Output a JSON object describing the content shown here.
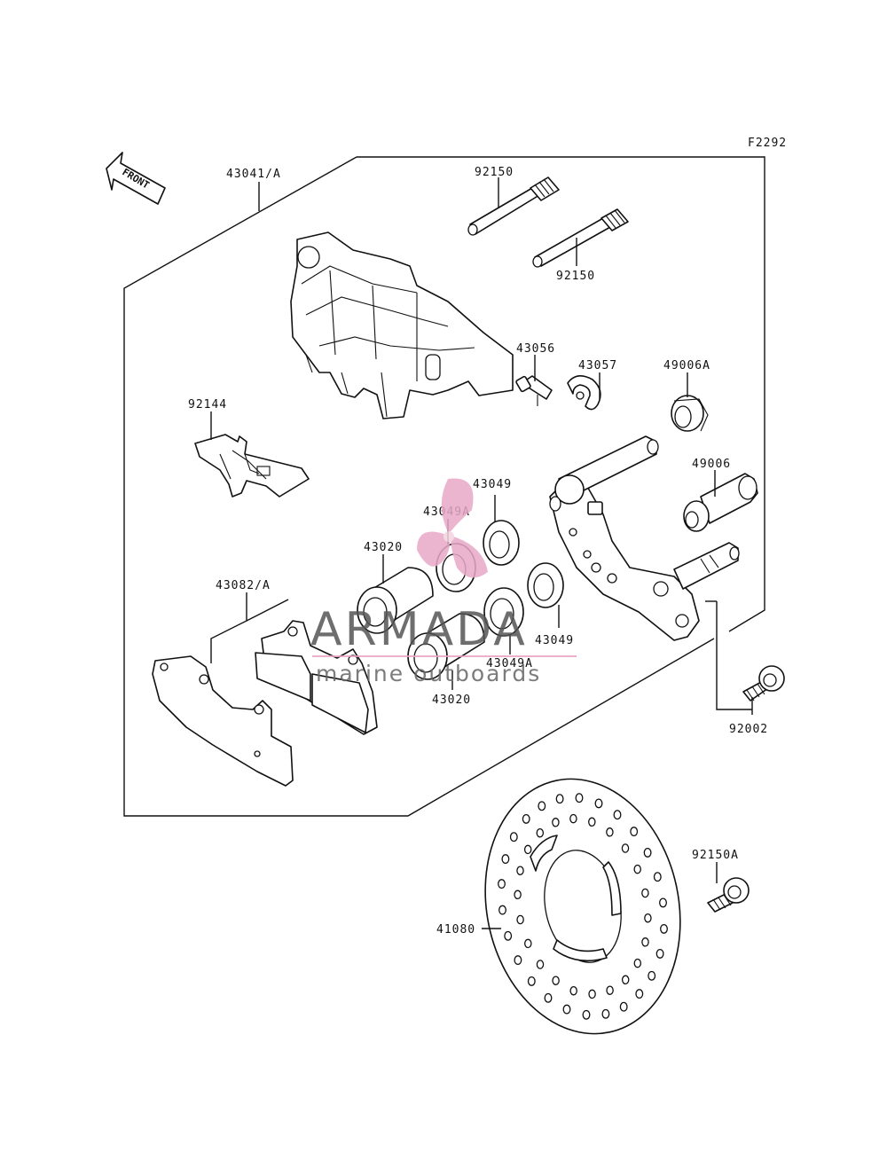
{
  "figure_code": "F2292",
  "front_arrow": {
    "label": "FRONT",
    "icon": "front-arrow-icon"
  },
  "watermark": {
    "brand": "ARMADA",
    "tagline": "marine outboards",
    "logo_icon": "propeller-logo-icon",
    "logo_color": "#e8a9c8",
    "text_color": "#555555",
    "rule_color": "#e9a3c1"
  },
  "callouts": {
    "caliper_assy": "43041/A",
    "pin_upper": "92150",
    "pin_lower": "92150",
    "bleeder_valve": "43056",
    "clip": "43057",
    "boot_a": "49006A",
    "spring": "92144",
    "bolt_sleeve": "49006",
    "seal_upper": "43049",
    "seal_a_upper": "43049A",
    "piston_upper": "43020",
    "pad_set": "43082/A",
    "seal_lower": "43049",
    "seal_a_lower": "43049A",
    "piston_lower": "43020",
    "bolt": "92002",
    "bolt_a": "92150A",
    "disc": "41080"
  }
}
